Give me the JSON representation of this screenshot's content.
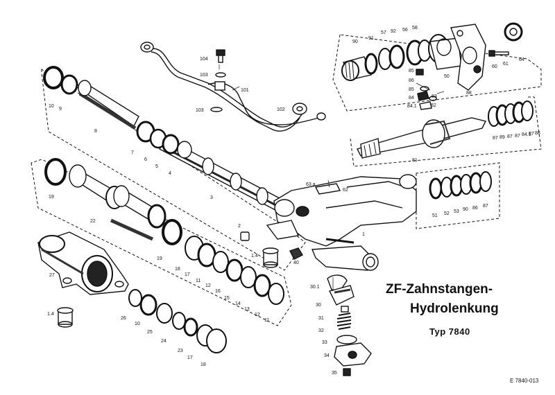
{
  "title": {
    "line1": "ZF-Zahnstangen-",
    "line2": "Hydrolenkung",
    "type": "Typ  7840"
  },
  "drawing_number": "E  7840-013",
  "part_labels": [
    "104",
    "103",
    "101",
    "102",
    "103",
    "10",
    "9",
    "8",
    "7",
    "6",
    "5",
    "4",
    "3",
    "90",
    "91",
    "57",
    "92",
    "56",
    "58",
    "50",
    "60",
    "61",
    "64",
    "85",
    "86",
    "85",
    "84",
    "84.1",
    "83",
    "82",
    "88",
    "87",
    "89",
    "87",
    "87",
    "84.1",
    "87",
    "88",
    "81",
    "63 a",
    "62",
    "51",
    "52",
    "53",
    "90",
    "86",
    "87",
    "19",
    "22",
    "2",
    "1",
    "1.4",
    "40",
    "19",
    "18",
    "17",
    "11",
    "12",
    "16",
    "15",
    "14",
    "13",
    "12",
    "11",
    "27",
    "1.4",
    "26",
    "10",
    "25",
    "24",
    "23",
    "17",
    "18",
    "30.1",
    "30",
    "31",
    "32",
    "33",
    "34",
    "35"
  ]
}
